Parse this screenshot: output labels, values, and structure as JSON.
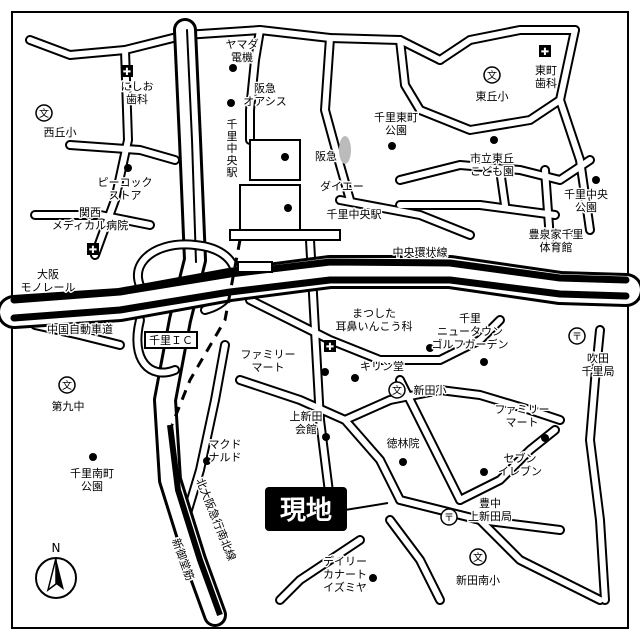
{
  "map": {
    "current_location": "現地",
    "north": "N",
    "labels": [
      {
        "id": "yamada",
        "lines": [
          "ヤマダ",
          "電機"
        ]
      },
      {
        "id": "nishio",
        "lines": [
          "にしお",
          "歯科"
        ]
      },
      {
        "id": "hankyu_oasis",
        "lines": [
          "阪急",
          "オアシス"
        ]
      },
      {
        "id": "higashioka_sho",
        "lines": [
          "東丘小"
        ]
      },
      {
        "id": "higashimachi_shika",
        "lines": [
          "東町",
          "歯科"
        ]
      },
      {
        "id": "nishioka_sho",
        "lines": [
          "西丘小"
        ]
      },
      {
        "id": "senri_higashimachi_koen",
        "lines": [
          "千里東町",
          "公園"
        ]
      },
      {
        "id": "senri_chuo_eki_left",
        "lines": [
          "千",
          "里",
          "中",
          "央",
          "駅"
        ]
      },
      {
        "id": "hankyu",
        "lines": [
          "阪急"
        ]
      },
      {
        "id": "kodomoen",
        "lines": [
          "市立東丘",
          "こども園"
        ]
      },
      {
        "id": "peacock",
        "lines": [
          "ピーコック",
          "ストア"
        ]
      },
      {
        "id": "daiei",
        "lines": [
          "ダイエー"
        ]
      },
      {
        "id": "senri_chuo_koen",
        "lines": [
          "千里中央",
          "公園"
        ]
      },
      {
        "id": "kansai_medical",
        "lines": [
          "関西",
          "メディカル病院"
        ]
      },
      {
        "id": "senri_chuo_eki",
        "lines": [
          "千里中央駅"
        ]
      },
      {
        "id": "taiikukan",
        "lines": [
          "豊泉家千里",
          "体育館"
        ]
      },
      {
        "id": "chuo_kanjo",
        "lines": [
          "中央環状線"
        ]
      },
      {
        "id": "monorail",
        "lines": [
          "大阪",
          "モノレール"
        ]
      },
      {
        "id": "chugoku_exp",
        "lines": [
          "中国自動車道"
        ]
      },
      {
        "id": "senri_ic",
        "lines": [
          "千里ＩＣ"
        ]
      },
      {
        "id": "matsushita",
        "lines": [
          "まつした",
          "耳鼻いんこう科"
        ]
      },
      {
        "id": "senri_newtown_golf",
        "lines": [
          "千里",
          "ニュータウン",
          "ゴルフガーデン"
        ]
      },
      {
        "id": "suita_post",
        "lines": [
          "吹田",
          "千里局"
        ]
      },
      {
        "id": "familymart1",
        "lines": [
          "ファミリー",
          "マート"
        ]
      },
      {
        "id": "kirindo",
        "lines": [
          "キリン堂"
        ]
      },
      {
        "id": "shinden_sho",
        "lines": [
          "新田小"
        ]
      },
      {
        "id": "daiku_chu",
        "lines": [
          "第九中"
        ]
      },
      {
        "id": "kamishinden_kaikan",
        "lines": [
          "上新田",
          "会館"
        ]
      },
      {
        "id": "familymart2",
        "lines": [
          "ファミリー",
          "マート"
        ]
      },
      {
        "id": "tokurinin",
        "lines": [
          "徳林院"
        ]
      },
      {
        "id": "mcdonalds",
        "lines": [
          "マクド",
          "ナルド"
        ]
      },
      {
        "id": "senri_minamimachi",
        "lines": [
          "千里南町",
          "公園"
        ]
      },
      {
        "id": "seven",
        "lines": [
          "セブン",
          "イレブン"
        ]
      },
      {
        "id": "kitaosaka",
        "lines": [
          "北大阪急行南北線"
        ]
      },
      {
        "id": "shingo",
        "lines": [
          "新御堂筋"
        ]
      },
      {
        "id": "toyonaka_post",
        "lines": [
          "豊中",
          "上新田局"
        ]
      },
      {
        "id": "daily",
        "lines": [
          "デイリー",
          "カナート",
          "イズミヤ"
        ]
      },
      {
        "id": "shinden_minami_sho",
        "lines": [
          "新田南小"
        ]
      }
    ],
    "icons": {
      "school": "文",
      "post": "〒",
      "hospital": "✚"
    }
  }
}
